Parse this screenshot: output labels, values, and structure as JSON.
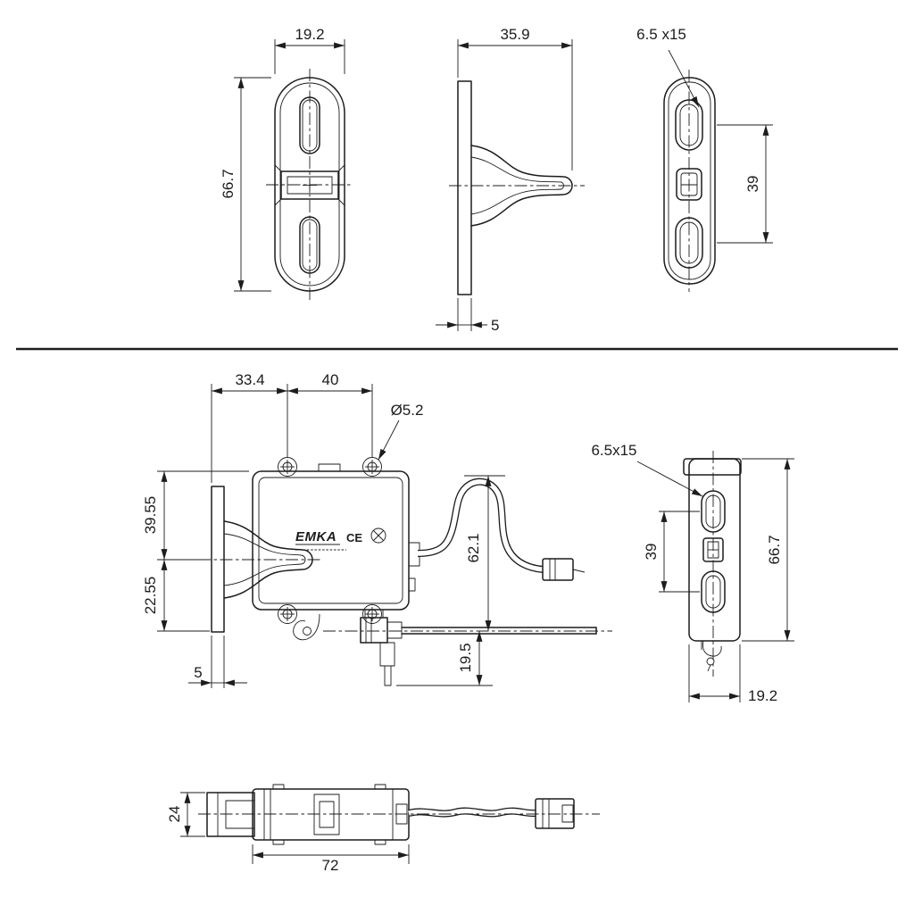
{
  "drawing": {
    "background": "#ffffff",
    "line_color": "#1c1c1c"
  },
  "top_section": {
    "front_view": {
      "width": "19.2",
      "height": "66.7"
    },
    "profile_view": {
      "width": "35.9",
      "thickness": "5"
    },
    "rear_view": {
      "slot": "6.5 x15",
      "hole_spacing": "39"
    }
  },
  "bottom_section": {
    "assembly_view": {
      "plate_to_hole": "33.4",
      "hole_spacing": "40",
      "hole_diameter": "Ø5.2",
      "top_to_center": "39.55",
      "center_to_bottom": "22.55",
      "plate_thickness": "5",
      "cable_height": "62.1",
      "rod_offset": "19.5",
      "brand": "EMKA",
      "ce_mark": "CE"
    },
    "side_view": {
      "slot": "6.5x15",
      "hole_spacing": "39",
      "height": "66.7",
      "width": "19.2"
    },
    "bottom_view": {
      "height": "24",
      "body_length": "72"
    }
  }
}
